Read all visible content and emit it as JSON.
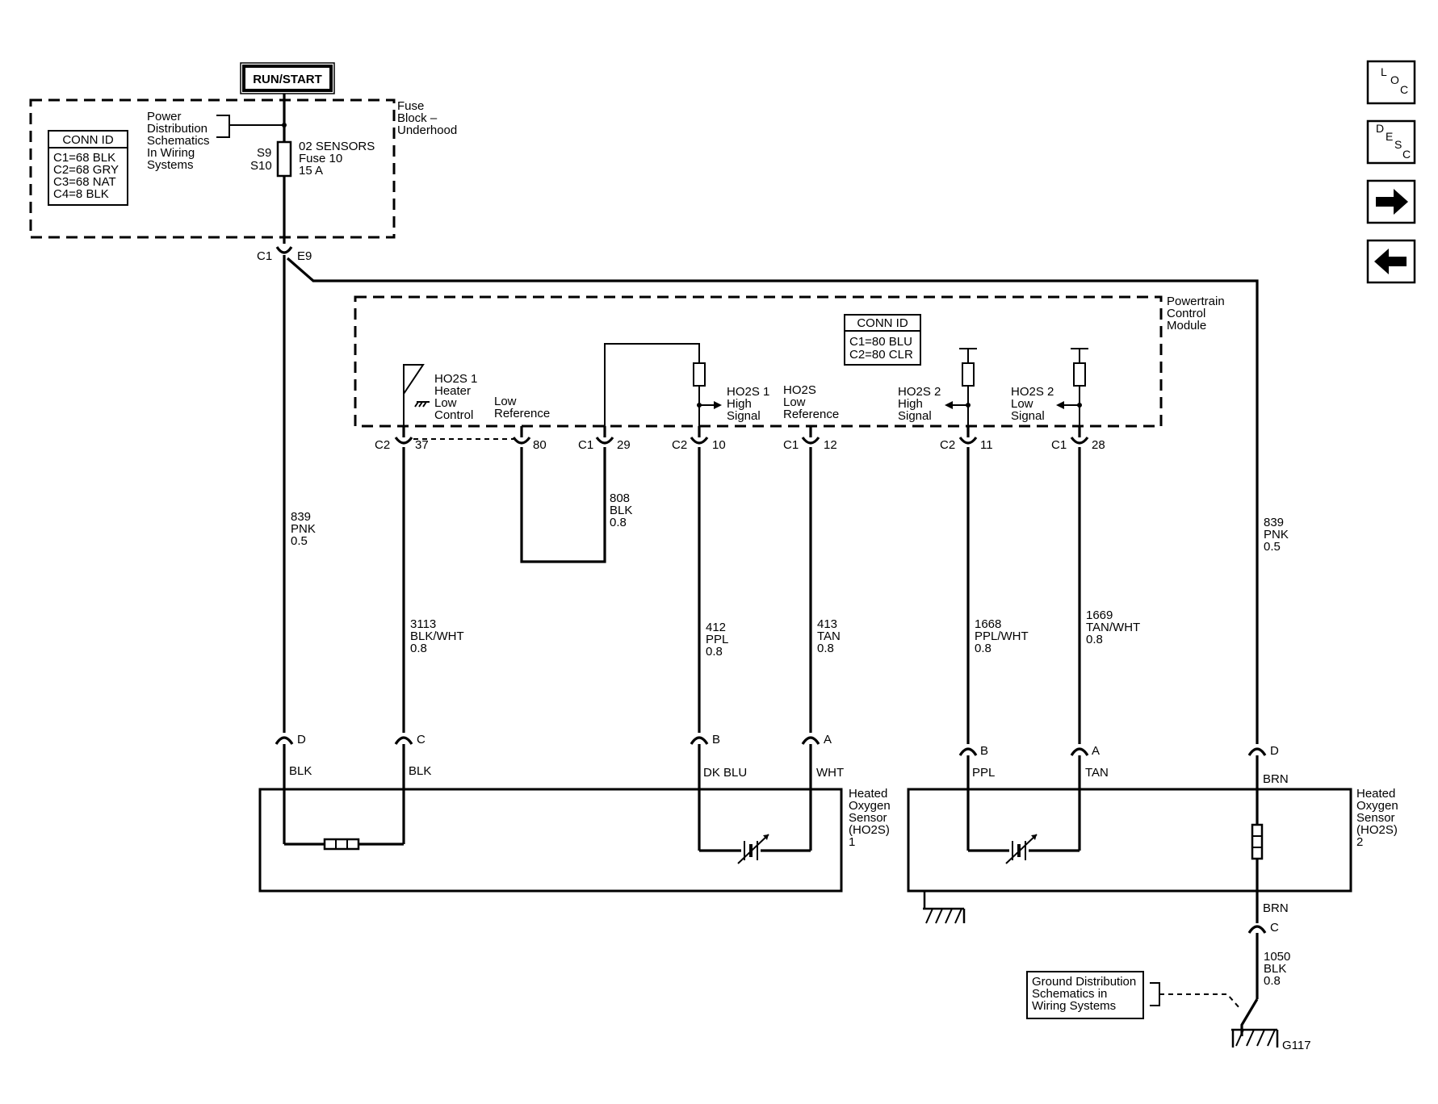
{
  "power": {
    "run_start": "RUN/START"
  },
  "fuse_block": {
    "label_lines": [
      "Fuse",
      "Block –",
      "Underhood"
    ],
    "conn_id_title": "CONN ID",
    "conn_ids": [
      "C1=68 BLK",
      "C2=68 GRY",
      "C3=68 NAT",
      "C4=8 BLK"
    ],
    "power_dist_lines": [
      "Power",
      "Distribution",
      "Schematics",
      "In Wiring",
      "Systems"
    ],
    "splice_labels": [
      "S9",
      "S10"
    ],
    "fuse_lines": [
      "02 SENSORS",
      "Fuse 10",
      "15 A"
    ]
  },
  "fuse_connector": {
    "left": "C1",
    "right": "E9"
  },
  "pcm": {
    "label_lines": [
      "Powertrain",
      "Control",
      "Module"
    ],
    "conn_id_title": "CONN ID",
    "conn_ids": [
      "C1=80 BLU",
      "C2=80 CLR"
    ],
    "circuits": {
      "heater_low": [
        "HO2S 1",
        "Heater",
        "Low",
        "Control"
      ],
      "low_ref_1": [
        "Low",
        "Reference"
      ],
      "high_sig_1": [
        "HO2S 1",
        "High",
        "Signal"
      ],
      "low_ref_2": [
        "HO2S",
        "Low",
        "Reference"
      ],
      "high_sig_2": [
        "HO2S 2",
        "High",
        "Signal"
      ],
      "low_sig_2": [
        "HO2S 2",
        "Low",
        "Signal"
      ]
    },
    "pins": [
      {
        "conn": "C2",
        "pin": "37"
      },
      {
        "conn": "",
        "pin": "80"
      },
      {
        "conn": "C1",
        "pin": "29"
      },
      {
        "conn": "C2",
        "pin": "10"
      },
      {
        "conn": "C1",
        "pin": "12"
      },
      {
        "conn": "C2",
        "pin": "11"
      },
      {
        "conn": "C1",
        "pin": "28"
      }
    ]
  },
  "wires": {
    "w839_left": [
      "839",
      "PNK",
      "0.5"
    ],
    "w3113": [
      "3113",
      "BLK/WHT",
      "0.8"
    ],
    "w808": [
      "808",
      "BLK",
      "0.8"
    ],
    "w412": [
      "412",
      "PPL",
      "0.8"
    ],
    "w413": [
      "413",
      "TAN",
      "0.8"
    ],
    "w1668": [
      "1668",
      "PPL/WHT",
      "0.8"
    ],
    "w1669": [
      "1669",
      "TAN/WHT",
      "0.8"
    ],
    "w839_right": [
      "839",
      "PNK",
      "0.5"
    ],
    "w1050": [
      "1050",
      "BLK",
      "0.8"
    ]
  },
  "sensor1": {
    "label_lines": [
      "Heated",
      "Oxygen",
      "Sensor",
      "(HO2S)",
      "1"
    ],
    "pins": [
      "D",
      "C",
      "B",
      "A"
    ],
    "colors": [
      "BLK",
      "BLK",
      "DK BLU",
      "WHT"
    ]
  },
  "sensor2": {
    "label_lines": [
      "Heated",
      "Oxygen",
      "Sensor",
      "(HO2S)",
      "2"
    ],
    "pins": [
      "B",
      "A",
      "D"
    ],
    "colors": [
      "PPL",
      "TAN",
      "BRN"
    ],
    "bottom_color": "BRN",
    "bottom_pin": "C"
  },
  "ground": {
    "dist_lines": [
      "Ground Distribution",
      "Schematics in",
      "Wiring Systems"
    ],
    "ground_id": "G117"
  },
  "nav": {
    "loc": [
      "L",
      "O",
      "C"
    ],
    "desc": [
      "D",
      "E",
      "S",
      "C"
    ],
    "next_icon": "right-arrow-icon",
    "prev_icon": "left-arrow-icon"
  }
}
